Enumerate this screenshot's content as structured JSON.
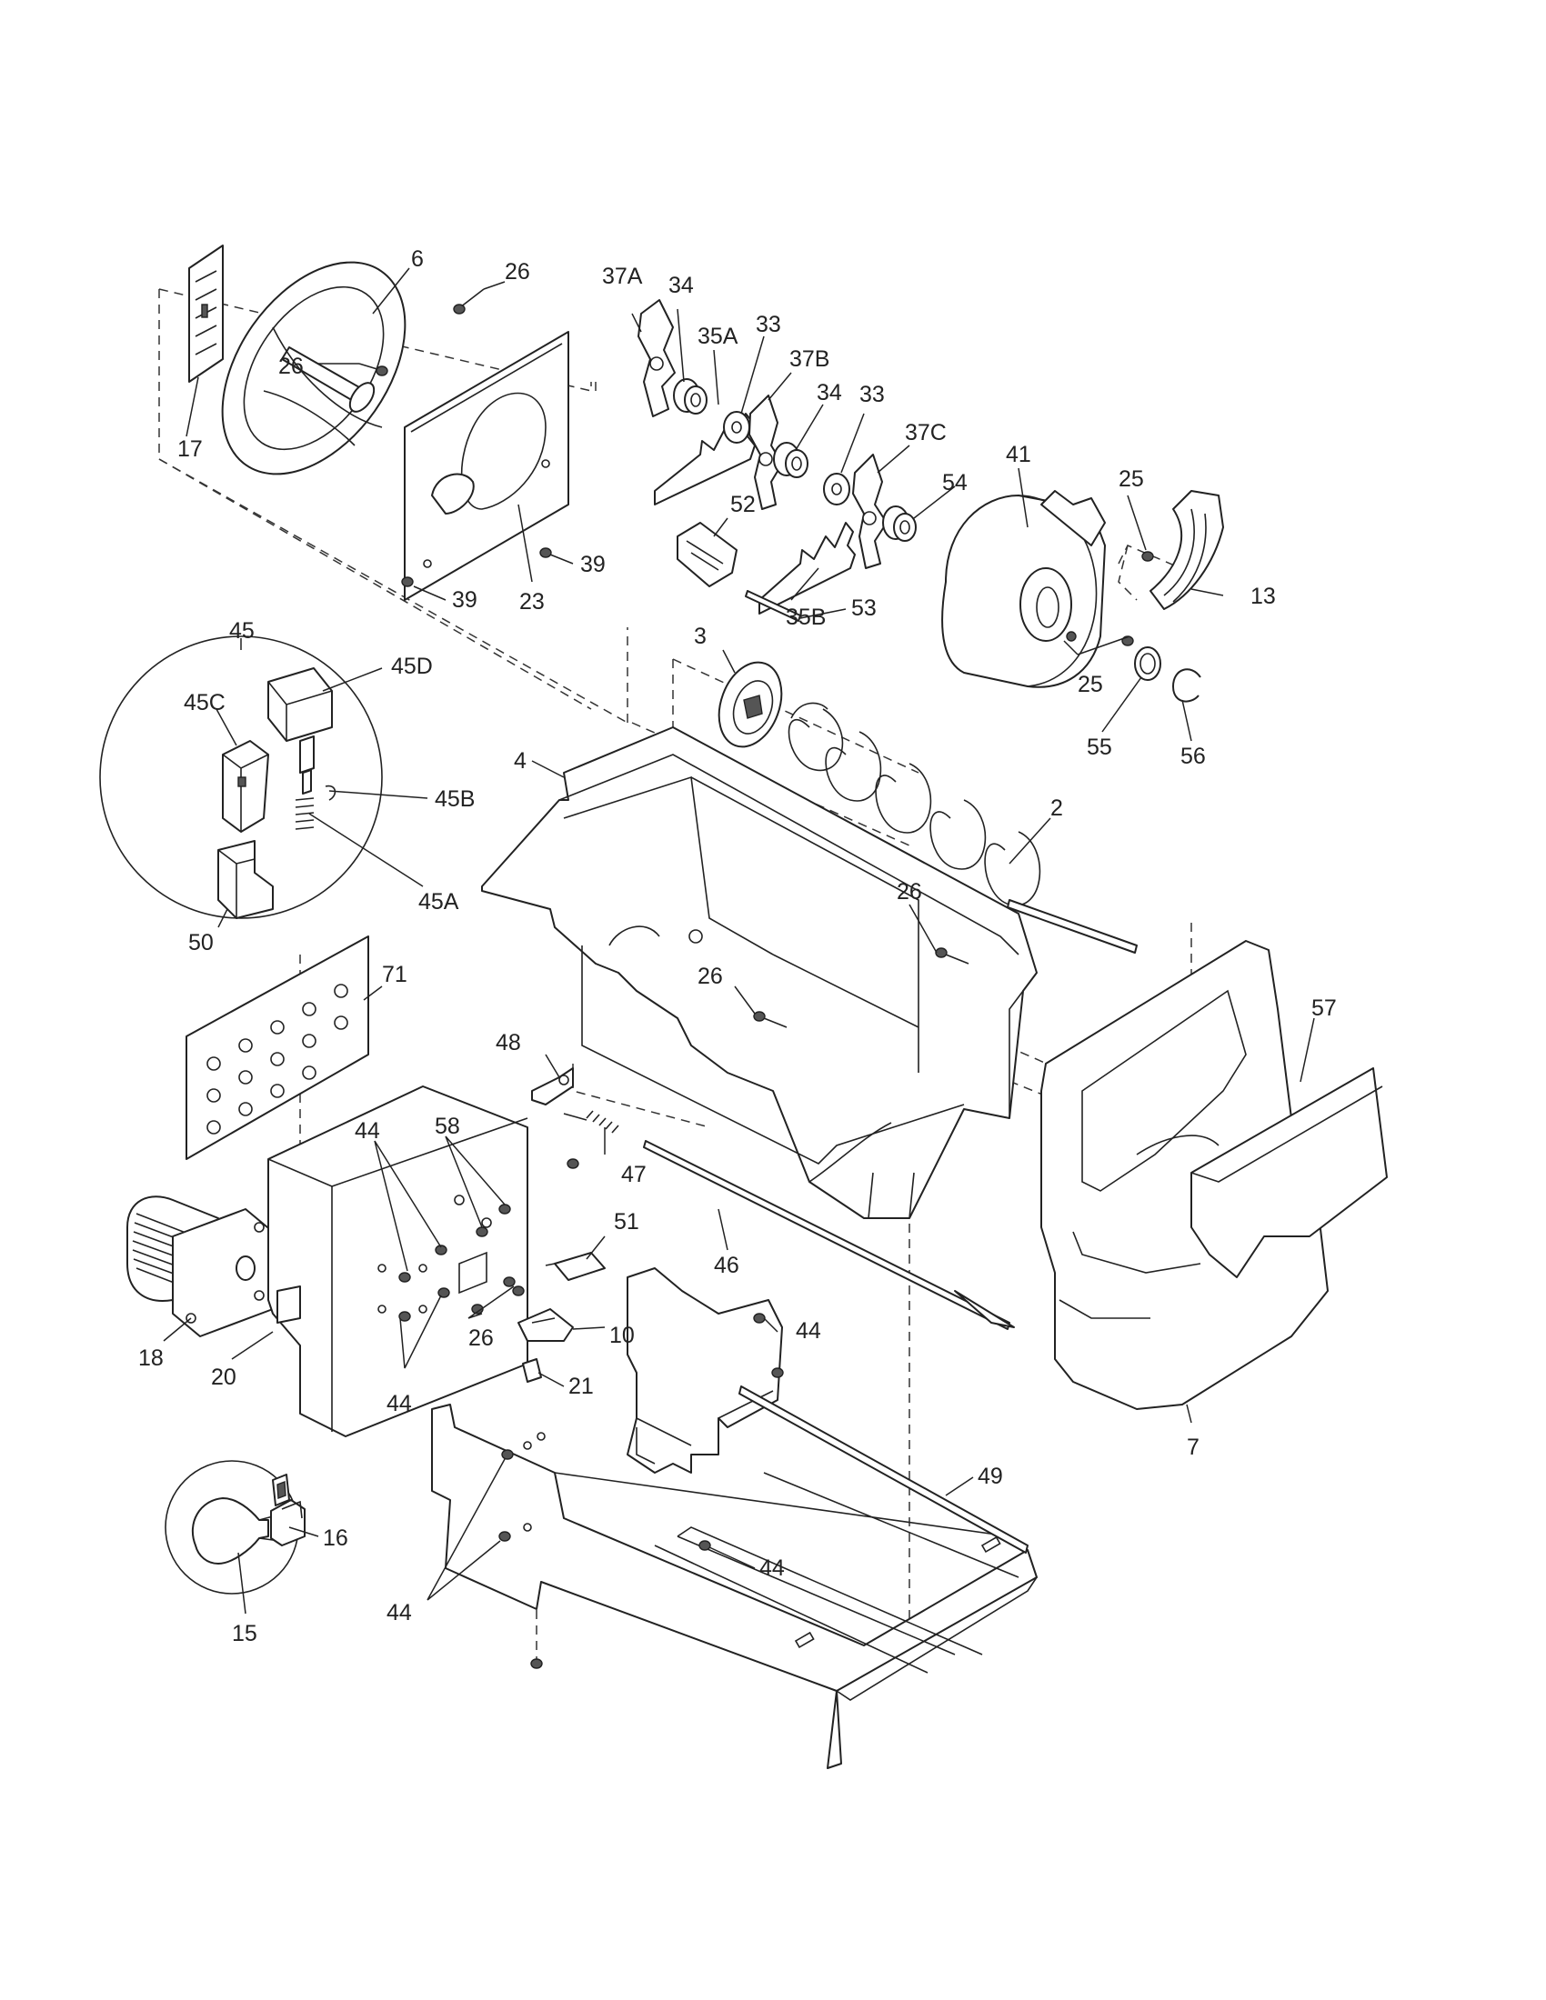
{
  "callouts": [
    {
      "id": "c6",
      "text": "6"
    },
    {
      "id": "c26a",
      "text": "26"
    },
    {
      "id": "c37a",
      "text": "37A"
    },
    {
      "id": "c34a",
      "text": "34"
    },
    {
      "id": "c35a",
      "text": "35A"
    },
    {
      "id": "c33a",
      "text": "33"
    },
    {
      "id": "c37b",
      "text": "37B"
    },
    {
      "id": "c34b",
      "text": "34"
    },
    {
      "id": "c33b",
      "text": "33"
    },
    {
      "id": "c37c",
      "text": "37C"
    },
    {
      "id": "c41",
      "text": "41"
    },
    {
      "id": "c25a",
      "text": "25"
    },
    {
      "id": "c17",
      "text": "17"
    },
    {
      "id": "c26b",
      "text": "26"
    },
    {
      "id": "c54",
      "text": "54"
    },
    {
      "id": "c52",
      "text": "52"
    },
    {
      "id": "c13",
      "text": "13"
    },
    {
      "id": "c39a",
      "text": "39"
    },
    {
      "id": "c39b",
      "text": "39"
    },
    {
      "id": "c23",
      "text": "23"
    },
    {
      "id": "c35b",
      "text": "35B"
    },
    {
      "id": "c53",
      "text": "53"
    },
    {
      "id": "c45",
      "text": "45"
    },
    {
      "id": "c45d",
      "text": "45D"
    },
    {
      "id": "c3",
      "text": "3"
    },
    {
      "id": "c25b",
      "text": "25"
    },
    {
      "id": "c45c",
      "text": "45C"
    },
    {
      "id": "c55",
      "text": "55"
    },
    {
      "id": "c56",
      "text": "56"
    },
    {
      "id": "c4",
      "text": "4"
    },
    {
      "id": "c45b",
      "text": "45B"
    },
    {
      "id": "c2",
      "text": "2"
    },
    {
      "id": "c45a",
      "text": "45A"
    },
    {
      "id": "c26c",
      "text": "26"
    },
    {
      "id": "c50",
      "text": "50"
    },
    {
      "id": "c71",
      "text": "71"
    },
    {
      "id": "c26d",
      "text": "26"
    },
    {
      "id": "c57",
      "text": "57"
    },
    {
      "id": "c48",
      "text": "48"
    },
    {
      "id": "c58",
      "text": "58"
    },
    {
      "id": "c44a",
      "text": "44"
    },
    {
      "id": "c47",
      "text": "47"
    },
    {
      "id": "c51",
      "text": "51"
    },
    {
      "id": "c46",
      "text": "46"
    },
    {
      "id": "c44b",
      "text": "44"
    },
    {
      "id": "c10",
      "text": "10"
    },
    {
      "id": "c18",
      "text": "18"
    },
    {
      "id": "c20",
      "text": "20"
    },
    {
      "id": "c26e",
      "text": "26"
    },
    {
      "id": "c44c",
      "text": "44"
    },
    {
      "id": "c21",
      "text": "21"
    },
    {
      "id": "c7",
      "text": "7"
    },
    {
      "id": "c49",
      "text": "49"
    },
    {
      "id": "c16",
      "text": "16"
    },
    {
      "id": "c44d",
      "text": "44"
    },
    {
      "id": "c44e",
      "text": "44"
    },
    {
      "id": "c15",
      "text": "15"
    }
  ]
}
